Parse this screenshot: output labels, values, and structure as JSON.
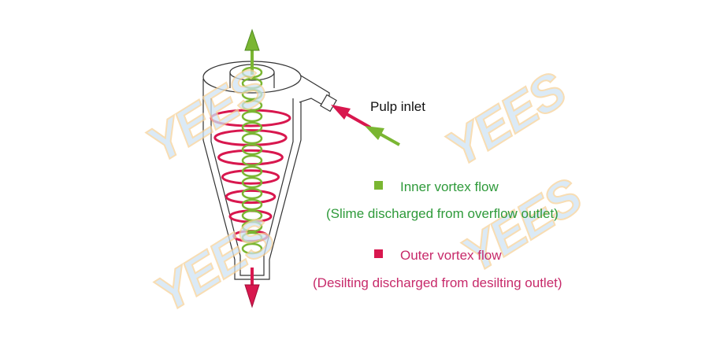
{
  "labels": {
    "pulp_inlet": "Pulp inlet",
    "inner_title": "Inner vortex flow",
    "inner_desc": "(Slime discharged from overflow outlet)",
    "outer_title": "Outer vortex flow",
    "outer_desc": "(Desilting discharged from desilting outlet)"
  },
  "watermark": "YEES",
  "colors": {
    "inner": "#7ab632",
    "inner_text": "#2e9a3a",
    "outer": "#d8174e",
    "outer_text": "#c72a6a",
    "outline": "#333333"
  }
}
